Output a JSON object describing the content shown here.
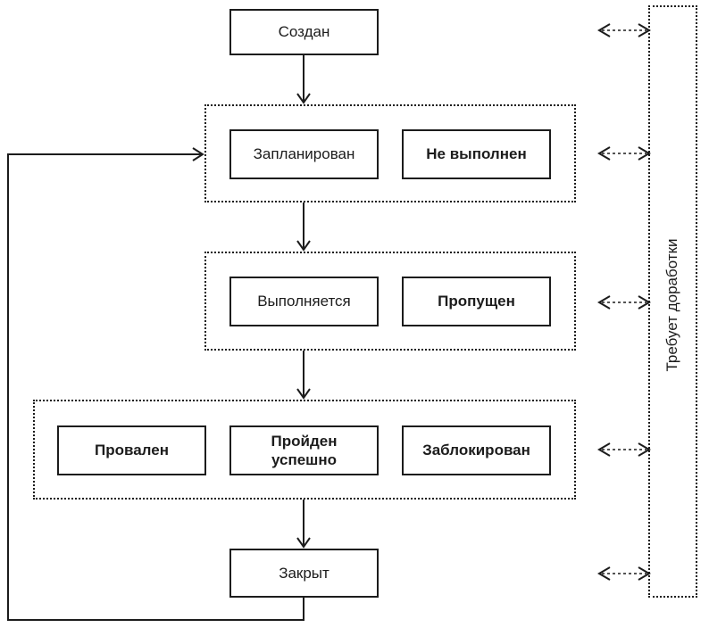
{
  "diagram": {
    "kind": "state-flowchart",
    "colors": {
      "line": "#1c1c1c",
      "background": "#ffffff"
    },
    "nodes": {
      "created": {
        "label": "Создан"
      },
      "planned": {
        "label": "Запланирован"
      },
      "not_executed": {
        "label": "Не выполнен"
      },
      "in_progress": {
        "label": "Выполняется"
      },
      "skipped": {
        "label": "Пропущен"
      },
      "failed": {
        "label": "Провален"
      },
      "passed": {
        "label": "Пройден\nуспешно"
      },
      "blocked": {
        "label": "Заблокирован"
      },
      "closed": {
        "label": "Закрыт"
      },
      "rework": {
        "label": "Требует доработки"
      }
    }
  }
}
